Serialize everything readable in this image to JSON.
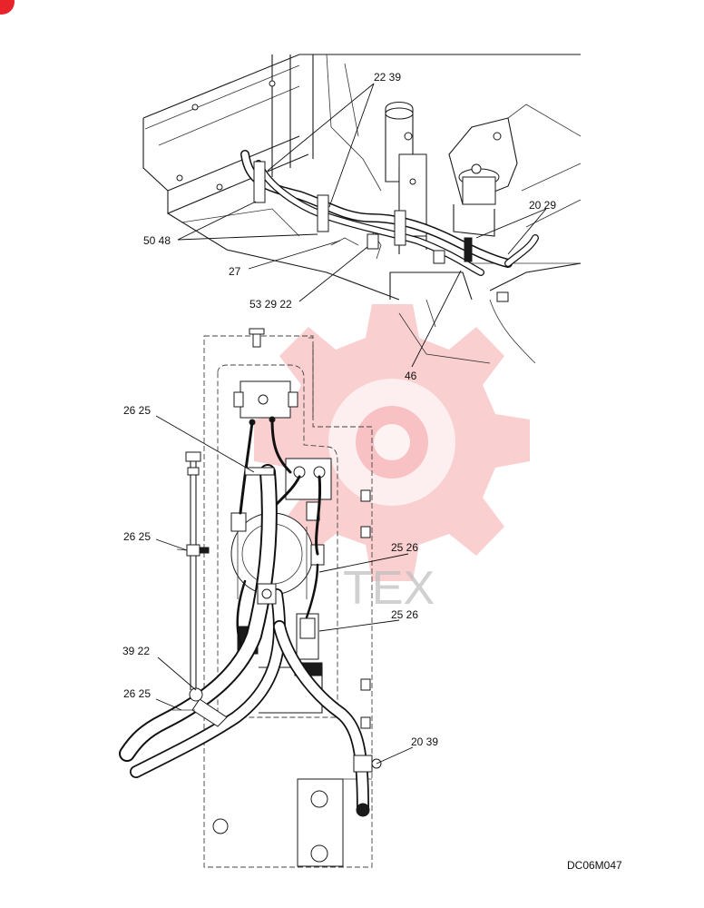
{
  "figure": {
    "code": "DC06M047",
    "watermark_text": "TEX",
    "callouts": {
      "top_22_39": "22  39",
      "top_20_29": "20  29",
      "top_50_48": "50  48",
      "top_27": "27",
      "top_53_29_22": "53  29  22",
      "top_46": "46",
      "low_26_25_a": "26  25",
      "low_26_25_b": "26  25",
      "low_25_26_a": "25  26",
      "low_25_26_b": "25  26",
      "low_39_22": "39  22",
      "low_26_25_c": "26  25",
      "low_20_39": "20  39"
    }
  }
}
